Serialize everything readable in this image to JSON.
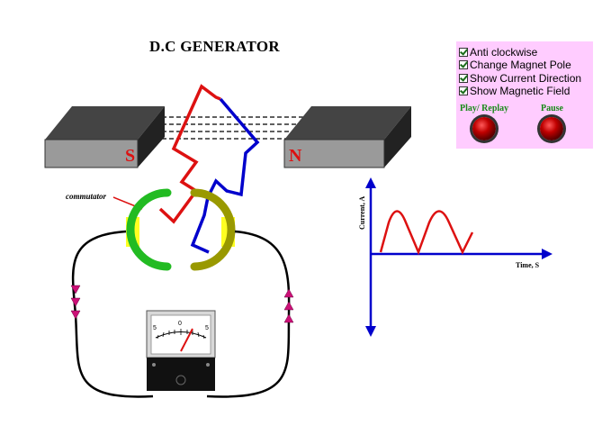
{
  "title": "D.C GENERATOR",
  "magnet": {
    "left_pole": "S",
    "right_pole": "N"
  },
  "commutator_label": "commutator",
  "meter": {
    "scale": [
      "5",
      "0",
      "5"
    ]
  },
  "graph": {
    "y_label": "Current, A",
    "x_label": "Time, S"
  },
  "controls": {
    "options": [
      {
        "label": "Anti clockwise",
        "checked": true
      },
      {
        "label": "Change Magnet Pole",
        "checked": true
      },
      {
        "label": "Show Current Direction",
        "checked": true
      },
      {
        "label": "Show Magnetic Field",
        "checked": true
      }
    ],
    "play_label": "Play/ Replay",
    "pause_label": "Pause"
  },
  "colors": {
    "coil_a": "#dd1111",
    "coil_b": "#0000cc",
    "brush_left": "#22bb22",
    "brush_right": "#999900",
    "magnet_top": "#444444",
    "magnet_side": "#999999",
    "graph_axis": "#0000cc",
    "graph_wave": "#dd1111",
    "arrow": "#cc1177",
    "panel_bg": "#ffccff"
  }
}
